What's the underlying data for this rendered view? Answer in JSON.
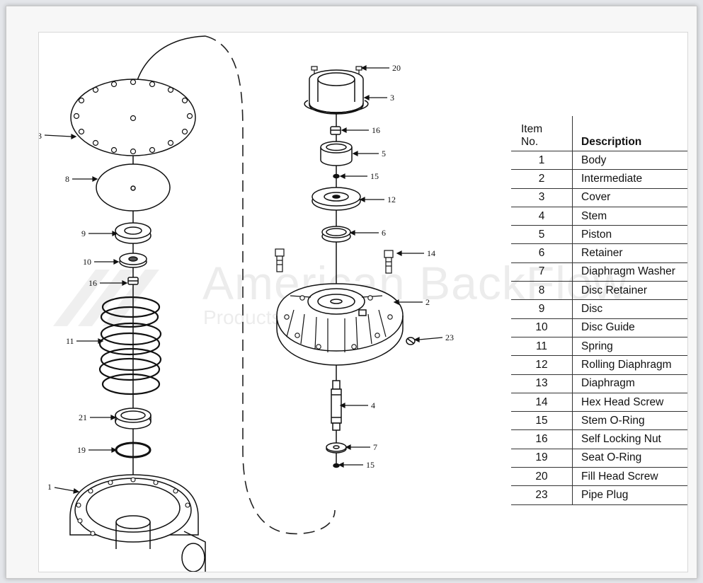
{
  "watermark": {
    "brand": "American BackFlow",
    "tagline": "Products"
  },
  "table": {
    "header_item_line1": "Item",
    "header_item_line2": "No.",
    "header_description": "Description",
    "rows": [
      {
        "no": "1",
        "description": "Body"
      },
      {
        "no": "2",
        "description": "Intermediate"
      },
      {
        "no": "3",
        "description": "Cover"
      },
      {
        "no": "4",
        "description": "Stem"
      },
      {
        "no": "5",
        "description": "Piston"
      },
      {
        "no": "6",
        "description": "Retainer"
      },
      {
        "no": "7",
        "description": "Diaphragm Washer"
      },
      {
        "no": "8",
        "description": "Disc Retainer"
      },
      {
        "no": "9",
        "description": "Disc"
      },
      {
        "no": "10",
        "description": "Disc Guide"
      },
      {
        "no": "11",
        "description": "Spring"
      },
      {
        "no": "12",
        "description": "Rolling Diaphragm"
      },
      {
        "no": "13",
        "description": "Diaphragm"
      },
      {
        "no": "14",
        "description": "Hex Head Screw"
      },
      {
        "no": "15",
        "description": "Stem O-Ring"
      },
      {
        "no": "16",
        "description": "Self Locking Nut"
      },
      {
        "no": "19",
        "description": "Seat O-Ring"
      },
      {
        "no": "20",
        "description": "Fill Head Screw"
      },
      {
        "no": "23",
        "description": "Pipe Plug"
      }
    ]
  },
  "callouts": {
    "left": [
      "3",
      "8",
      "9",
      "10",
      "16",
      "11",
      "21",
      "19",
      "1"
    ],
    "right": [
      "20",
      "3",
      "16",
      "5",
      "15",
      "12",
      "6",
      "14",
      "2",
      "23",
      "4",
      "7",
      "15"
    ]
  }
}
